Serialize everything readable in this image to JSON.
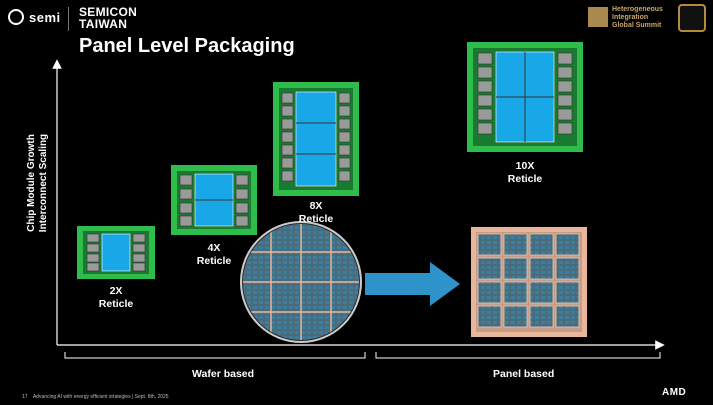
{
  "header": {
    "semi_logo": "semi",
    "semicon_line1": "SEMICON",
    "semicon_line2": "TAIWAN",
    "summit_line1": "Heterogeneous",
    "summit_line2": "Integration",
    "summit_line3": "Global Summit"
  },
  "slide": {
    "title": "Panel Level Packaging",
    "y_axis_line1": "Chip Module Growth",
    "y_axis_line2": "Interconnect Scaling"
  },
  "packages": [
    {
      "label": "2X",
      "sub": "Reticle"
    },
    {
      "label": "4X",
      "sub": "Reticle"
    },
    {
      "label": "8X",
      "sub": "Reticle"
    },
    {
      "label": "10X",
      "sub": "Reticle"
    }
  ],
  "ranges": {
    "wafer": "Wafer based",
    "panel": "Panel based"
  },
  "footer": {
    "page": "17",
    "text": "Advancing AI with energy efficient strategies | Sept. 8th, 2025",
    "brand": "AMD"
  },
  "colors": {
    "substrate": "#2ebd4a",
    "chip": "#18a8e8",
    "hbm": "#9a9a9a",
    "arrow": "#2d93c9",
    "panel": "#e8b79b"
  }
}
